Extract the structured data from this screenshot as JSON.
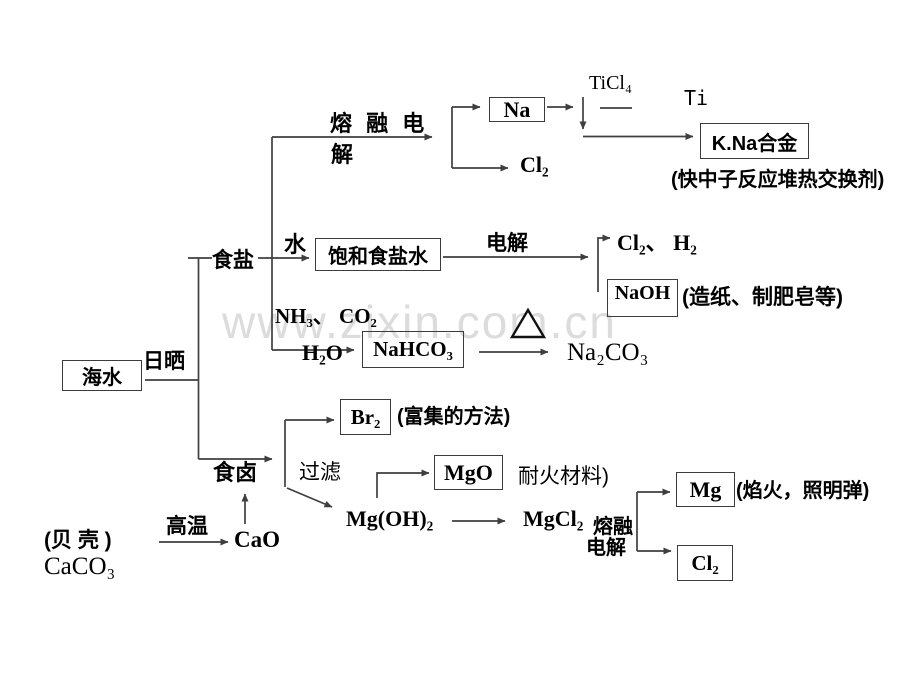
{
  "watermark": "www.zixin.com.cn",
  "colors": {
    "line": "#3f3f3f",
    "box_border": "#3c3c3c",
    "text": "#000000",
    "watermark": "#dcdcdc"
  },
  "diagram": {
    "seawater": "海水",
    "sun_drying": "日晒",
    "salt": "食盐",
    "molten_electrolysis_line1": "熔 融 电",
    "molten_electrolysis_line2": "解",
    "na": "Na",
    "cl2_top": "Cl₂",
    "ticl4": "TiCl₄",
    "ti": "Ti",
    "kna_alloy": "K.Na合金",
    "kna_note": "(快中子反应堆热交换剂)",
    "water": "水",
    "saturated_brine": "饱和食盐水",
    "electrolysis": "电解",
    "cl2_h2": "Cl₂、 H₂",
    "naoh": "NaOH",
    "naoh_note": "(造纸、制肥皂等)",
    "nh3_co2": "NH₃、 CO₂",
    "h2o": "H₂O",
    "nahco3": "NaHCO₃",
    "heat_symbol": "△",
    "na2co3": "Na₂CO₃",
    "bittern": "食卤",
    "filter": "过滤",
    "br2": "Br₂",
    "br2_note": "(富集的方法)",
    "mgoh2": "Mg(OH)₂",
    "mgo": "MgO",
    "mgo_note": "耐火材料)",
    "mgcl2": "MgCl₂",
    "molten2_line1": "熔融",
    "molten2_line2": "电解",
    "mg": "Mg",
    "mg_note": "(焰火，照明弹)",
    "cl2_bottom": "Cl₂",
    "high_temp": "高温",
    "cao": "CaO",
    "shell": "(贝 壳 )",
    "caco3": "CaCO₃"
  }
}
